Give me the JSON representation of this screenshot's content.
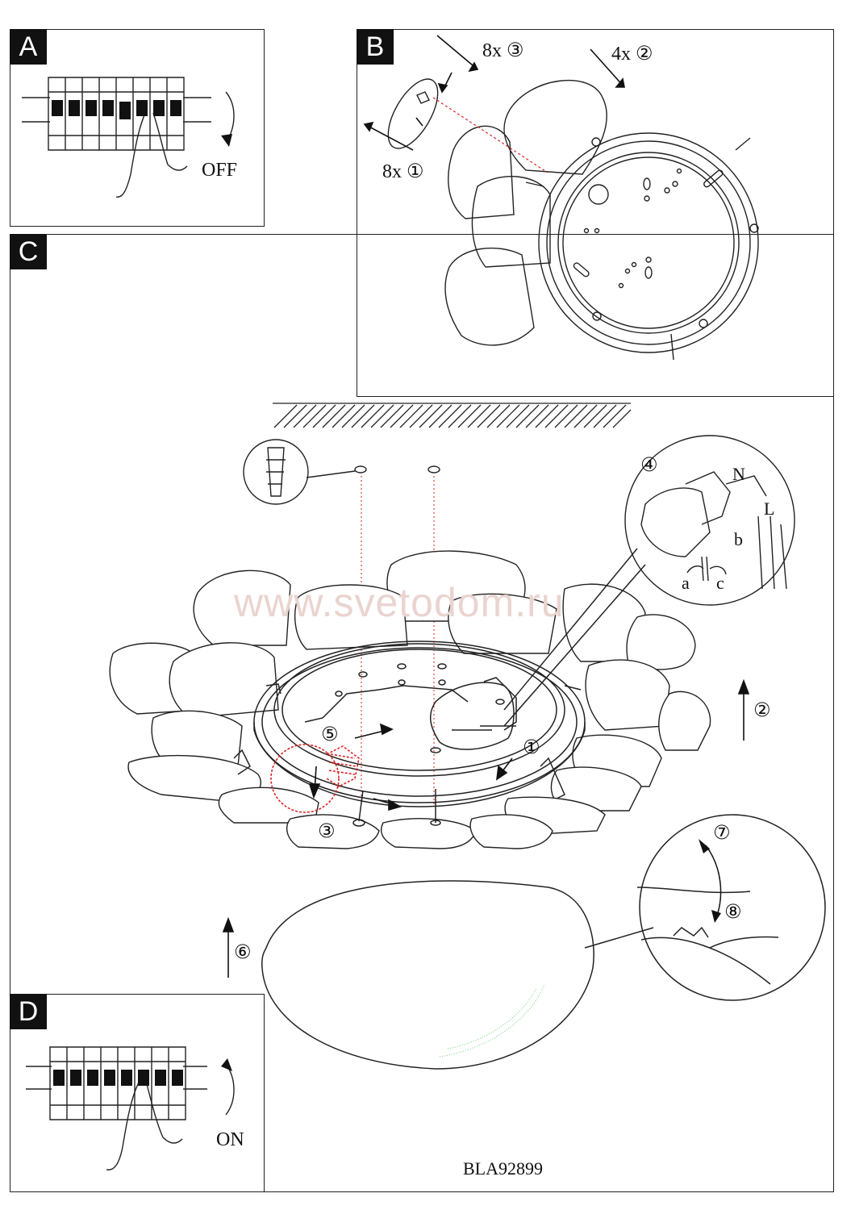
{
  "panels": {
    "a": {
      "tag": "A",
      "switch_label": "OFF"
    },
    "b": {
      "tag": "B",
      "callout_screws": "8x ③",
      "callout_bolts": "4x ②",
      "callout_parts": "8x ①"
    },
    "c": {
      "tag": "C",
      "step_connect": "④",
      "wire_n": "N",
      "wire_l": "L",
      "wire_b": "b",
      "wire_a": "a",
      "wire_c": "c",
      "step_lift": "②",
      "step_bulb": "⑤",
      "step_part1": "①",
      "step_screw": "③",
      "step_shade": "⑥",
      "step_turn": "⑦",
      "step_lock": "⑧"
    },
    "d": {
      "tag": "D",
      "switch_label": "ON"
    }
  },
  "watermark": "www.svetodom.ru",
  "model_code": "BLA92899",
  "colors": {
    "line": "#222222",
    "accent_red": "#dd2222",
    "shade_glow": "#7fd88a"
  }
}
